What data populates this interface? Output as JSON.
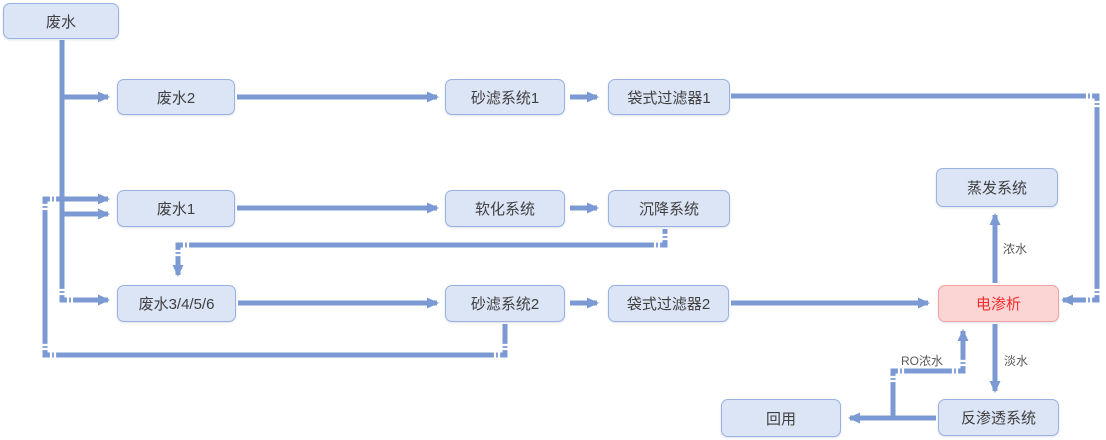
{
  "palette": {
    "accent_blue": "#7B99D3",
    "node_fill": "#DBE5F5",
    "node_border": "#9AB1E0",
    "node_text": "#404040",
    "alert_fill": "#FBD4D4",
    "alert_border": "#F1A2A2",
    "alert_text": "#F22E2E",
    "edge_label_color": "#595959"
  },
  "nodes": [
    {
      "id": "wastewater",
      "label": "废水"
    },
    {
      "id": "wastewater-2",
      "label": "废水2"
    },
    {
      "id": "sand-filter-1",
      "label": "砂滤系统1"
    },
    {
      "id": "bag-filter-1",
      "label": "袋式过滤器1"
    },
    {
      "id": "wastewater-1",
      "label": "废水1"
    },
    {
      "id": "softening",
      "label": "软化系统"
    },
    {
      "id": "sedimentation",
      "label": "沉降系统"
    },
    {
      "id": "wastewater-3456",
      "label": "废水3/4/5/6"
    },
    {
      "id": "sand-filter-2",
      "label": "砂滤系统2"
    },
    {
      "id": "bag-filter-2",
      "label": "袋式过滤器2"
    },
    {
      "id": "electrodialysis",
      "label": "电渗析"
    },
    {
      "id": "evaporation",
      "label": "蒸发系统"
    },
    {
      "id": "reverse-osmosis",
      "label": "反渗透系统"
    },
    {
      "id": "reuse",
      "label": "回用"
    }
  ],
  "edges": [
    {
      "from": "废水",
      "to": "废水2"
    },
    {
      "from": "废水",
      "to": "废水1"
    },
    {
      "from": "废水",
      "to": "废水3/4/5/6"
    },
    {
      "from": "废水2",
      "to": "砂滤系统1"
    },
    {
      "from": "砂滤系统1",
      "to": "袋式过滤器1"
    },
    {
      "from": "袋式过滤器1",
      "to": "电渗析"
    },
    {
      "from": "废水1",
      "to": "软化系统"
    },
    {
      "from": "软化系统",
      "to": "沉降系统"
    },
    {
      "from": "沉降系统",
      "to": "废水3/4/5/6"
    },
    {
      "from": "废水3/4/5/6",
      "to": "砂滤系统2"
    },
    {
      "from": "砂滤系统2",
      "to": "袋式过滤器2"
    },
    {
      "from": "砂滤系统2",
      "to": "废水1"
    },
    {
      "from": "袋式过滤器2",
      "to": "电渗析"
    },
    {
      "from": "电渗析",
      "to": "蒸发系统",
      "label": "浓水"
    },
    {
      "from": "电渗析",
      "to": "反渗透系统",
      "label": "淡水"
    },
    {
      "from": "反渗透系统",
      "to": "电渗析",
      "label": "RO浓水"
    },
    {
      "from": "反渗透系统",
      "to": "回用"
    }
  ]
}
